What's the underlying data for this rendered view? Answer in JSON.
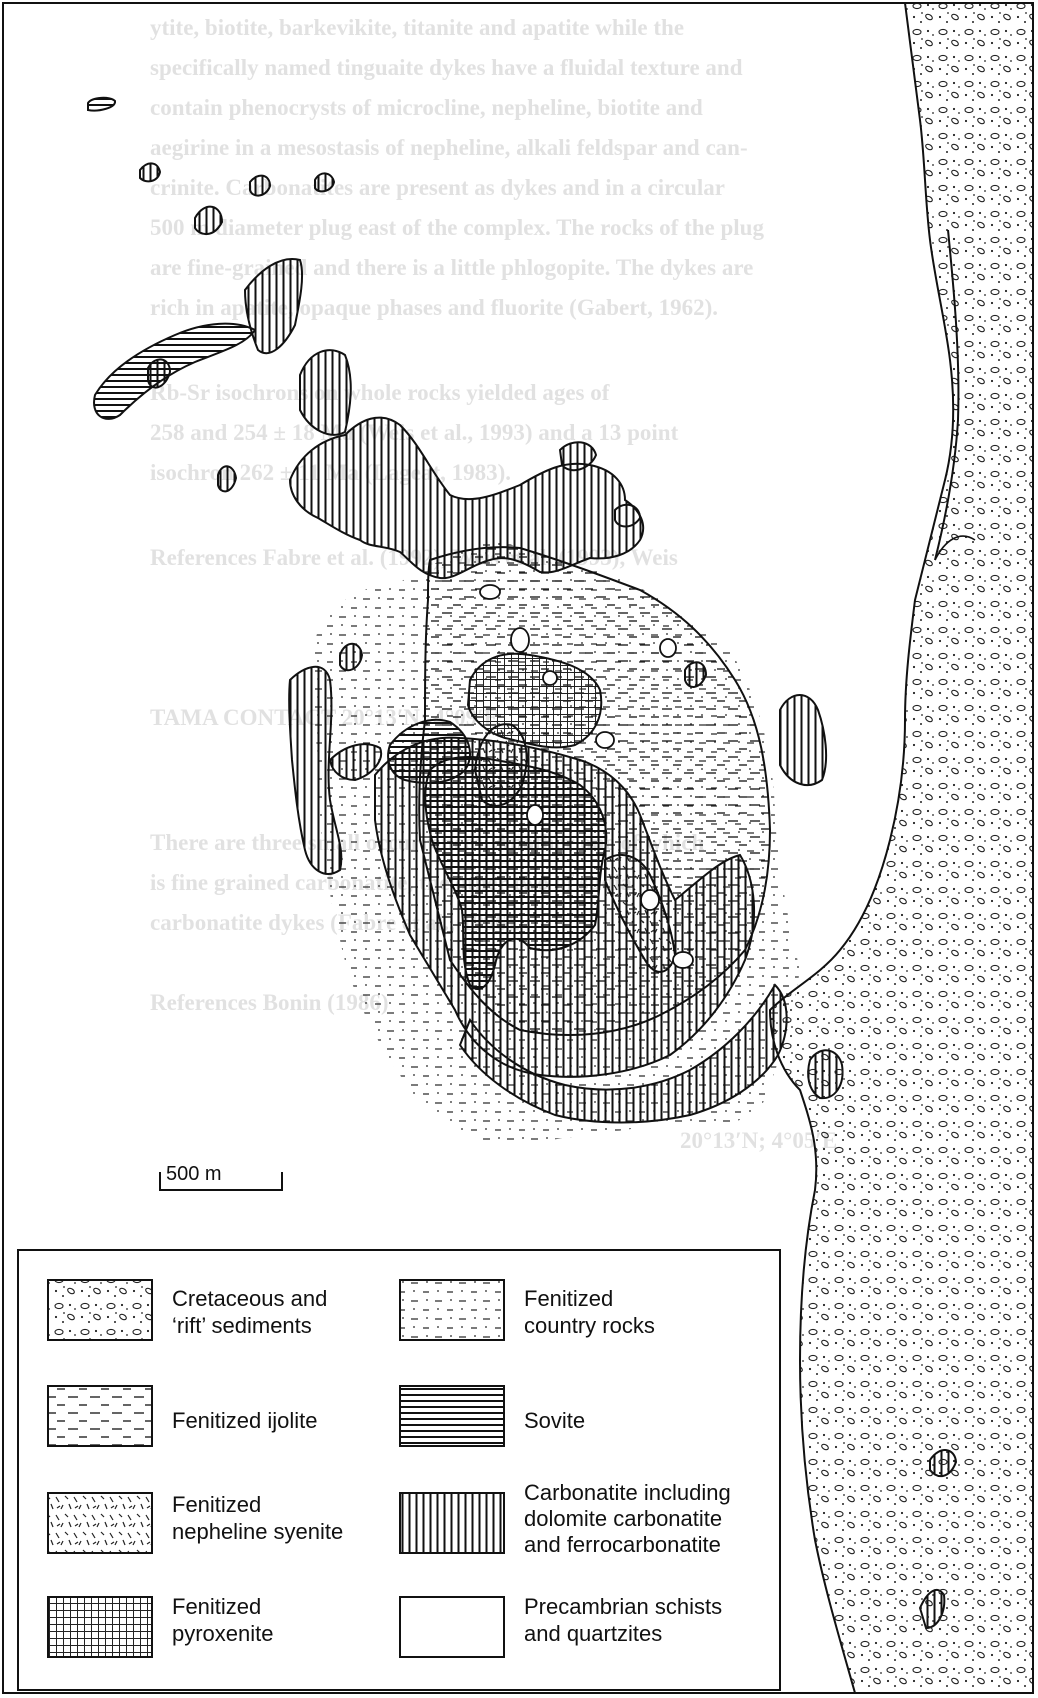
{
  "scale_bar": {
    "label": "500 m"
  },
  "legend": {
    "items": [
      {
        "key": "sediments",
        "label_line1": "Cretaceous and",
        "label_line2": "‘rift’ sediments",
        "pattern": "dots-ovals"
      },
      {
        "key": "country",
        "label_line1": "Fenitized",
        "label_line2": "country rocks",
        "pattern": "dashes-sparse"
      },
      {
        "key": "ijolite",
        "label_line1": "Fenitized ijolite",
        "label_line2": "",
        "pattern": "dashes"
      },
      {
        "key": "sovite",
        "label_line1": "Sovite",
        "label_line2": "",
        "pattern": "horizontal-lines"
      },
      {
        "key": "syenite",
        "label_line1": "Fenitized",
        "label_line2": "nepheline syenite",
        "pattern": "ticks"
      },
      {
        "key": "carbonatite",
        "label_line1": "Carbonatite including",
        "label_line2": "dolomite carbonatite",
        "label_line3": "and ferrocarbonatite",
        "pattern": "vertical-lines"
      },
      {
        "key": "pyroxenite",
        "label_line1": "Fenitized",
        "label_line2": "pyroxenite",
        "pattern": "grid"
      },
      {
        "key": "precambrian",
        "label_line1": "Precambrian schists",
        "label_line2": "and quartzites",
        "pattern": "blank"
      }
    ]
  },
  "colors": {
    "ink": "#111111",
    "paper": "#ffffff"
  }
}
